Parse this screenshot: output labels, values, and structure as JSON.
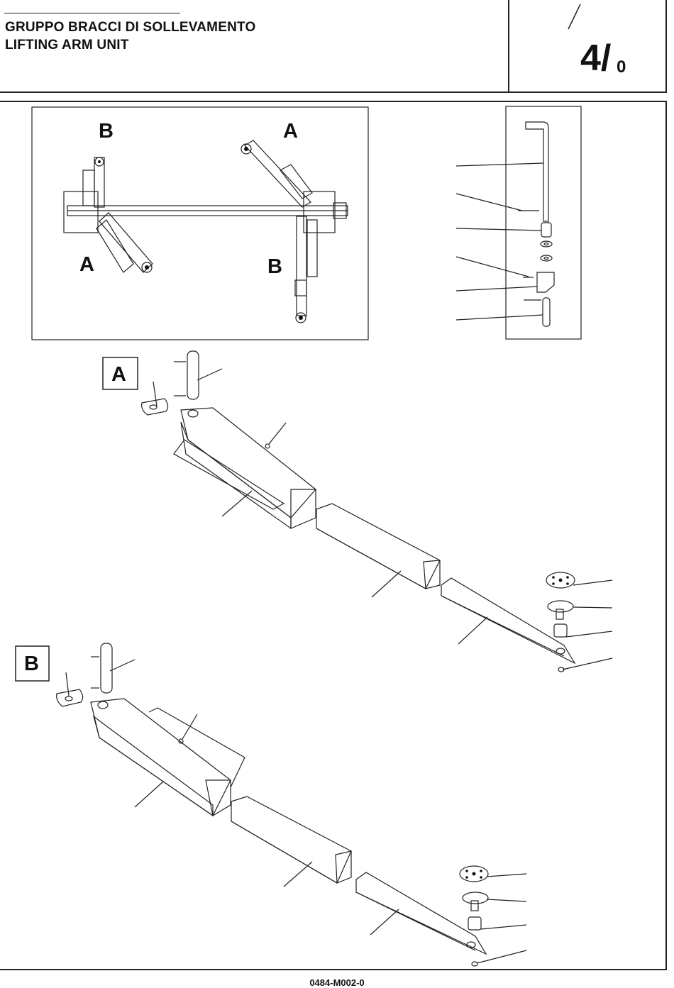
{
  "header": {
    "title_it": "GRUPPO BRACCI DI SOLLEVAMENTO",
    "title_en": "LIFTING ARM UNIT"
  },
  "page": {
    "number": "4/",
    "revision": "0"
  },
  "overview": {
    "labels": {
      "top_left": "B",
      "top_right": "A",
      "bottom_left": "A",
      "bottom_right": "B"
    }
  },
  "section_a": {
    "label": "A"
  },
  "section_b": {
    "label": "B"
  },
  "footer": {
    "code": "0484-M002-0"
  }
}
